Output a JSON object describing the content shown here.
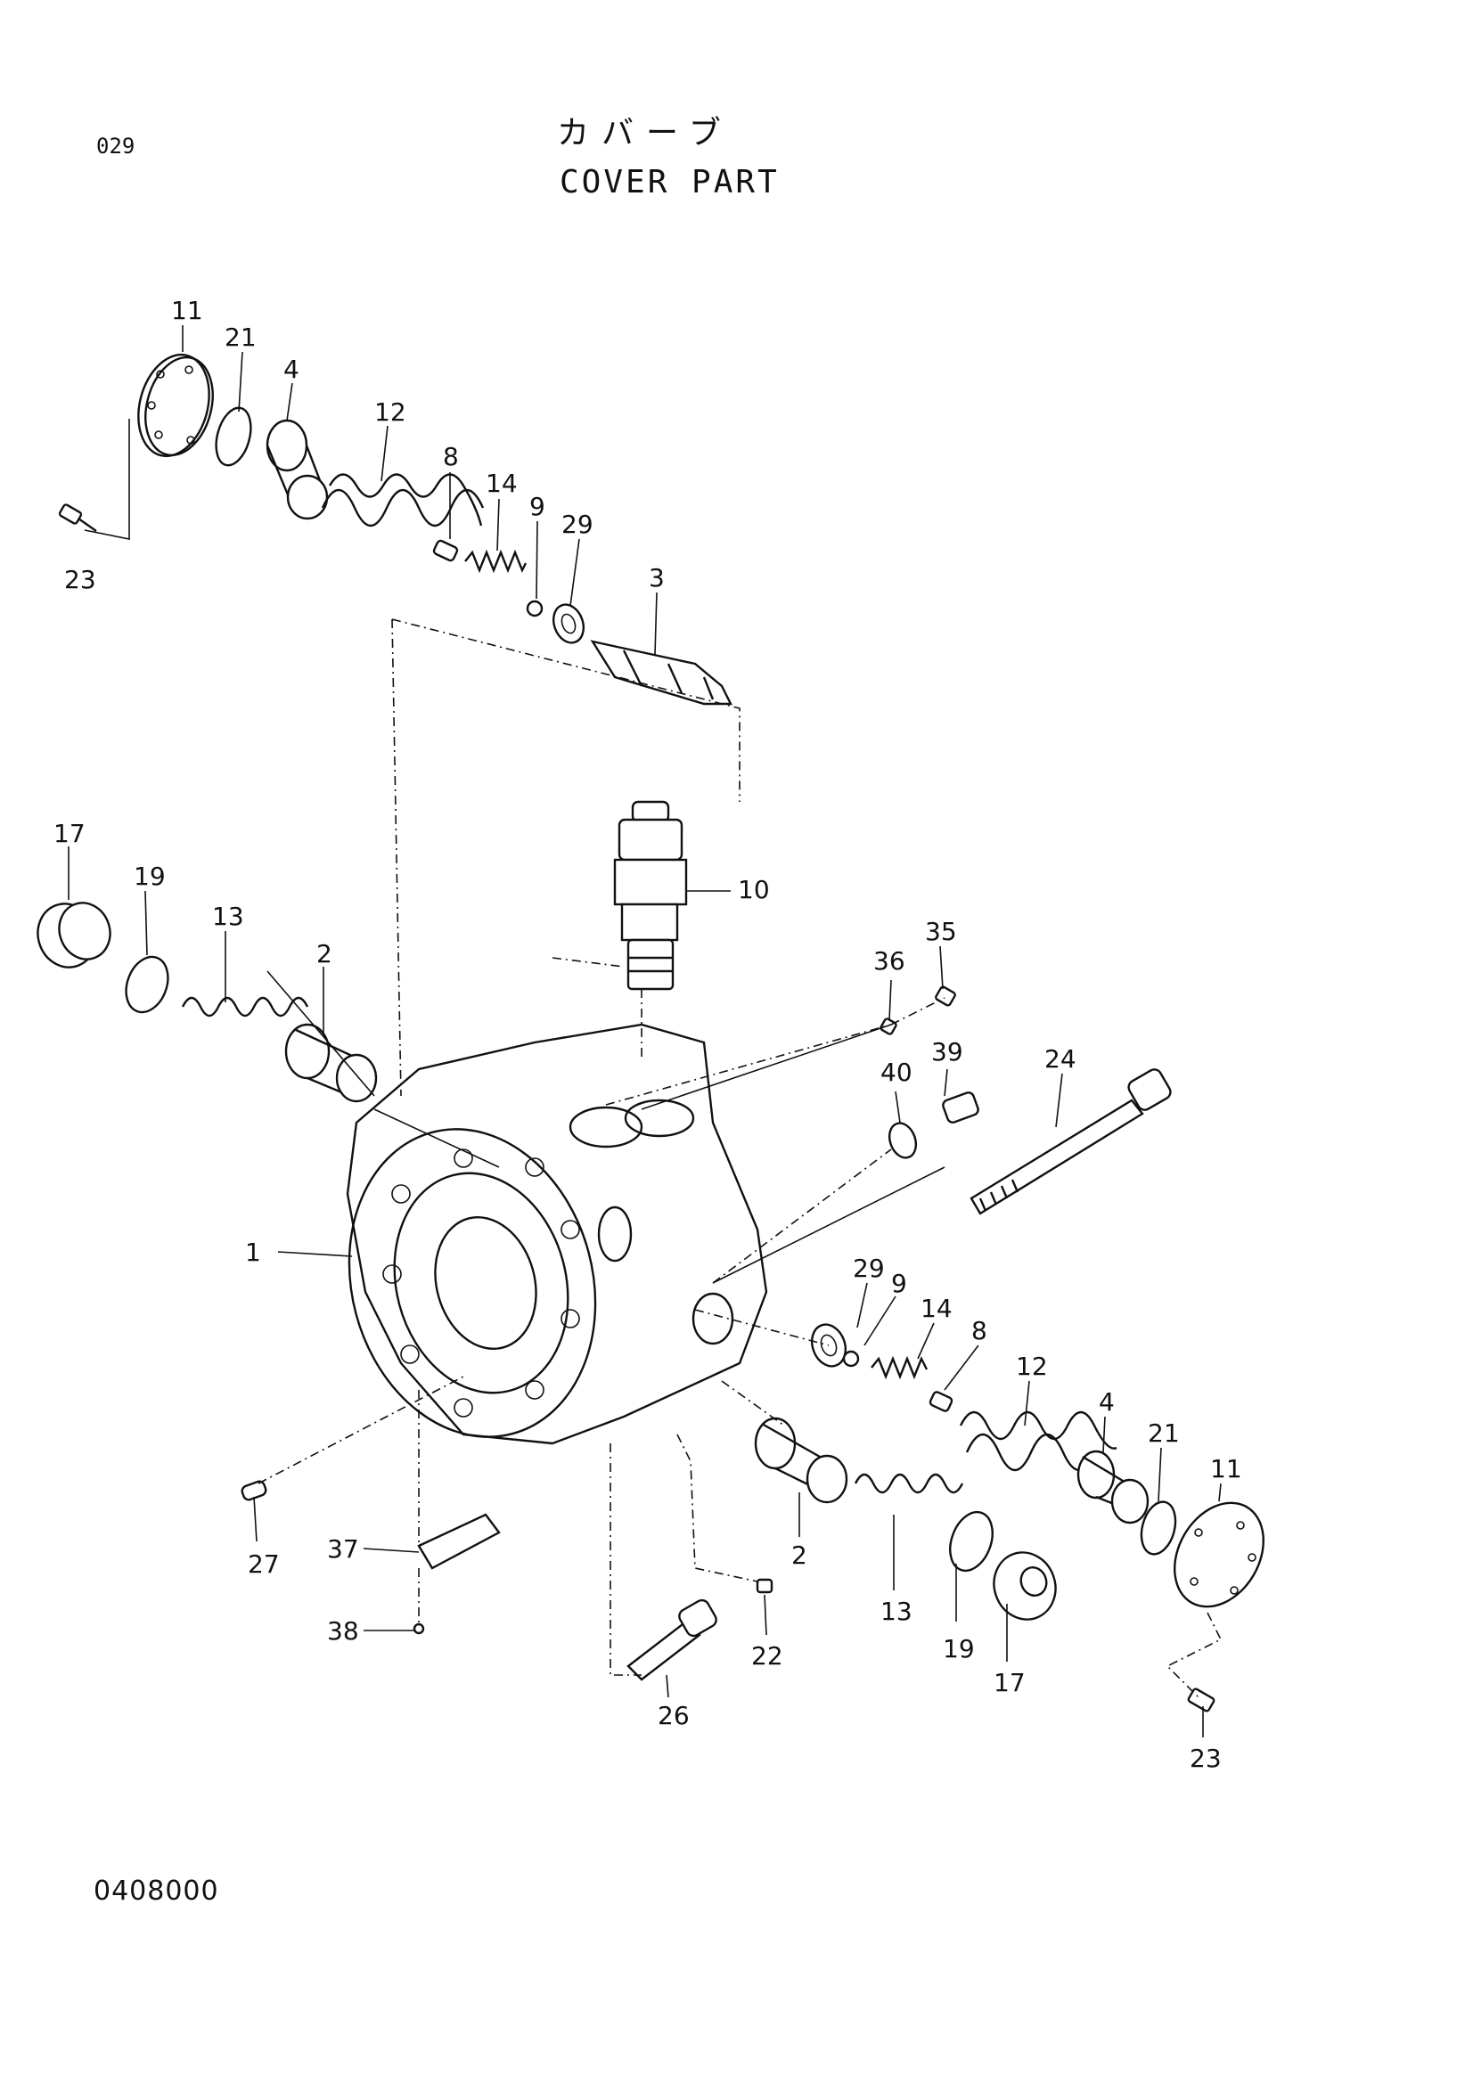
{
  "header": {
    "page_code": "029",
    "title_jp": "カバーブ",
    "title_en": "COVER PART"
  },
  "footer": {
    "doc_number": "0408000"
  },
  "callouts": {
    "c11a": "11",
    "c21a": "21",
    "c4a": "4",
    "c12a": "12",
    "c8a": "8",
    "c14a": "14",
    "c9a": "9",
    "c29a": "29",
    "c3": "3",
    "c23a": "23",
    "c17a": "17",
    "c19a": "19",
    "c13a": "13",
    "c2a": "2",
    "c10": "10",
    "c36": "36",
    "c35": "35",
    "c39": "39",
    "c40": "40",
    "c24": "24",
    "c1": "1",
    "c29b": "29",
    "c9b": "9",
    "c14b": "14",
    "c8b": "8",
    "c12b": "12",
    "c4b": "4",
    "c21b": "21",
    "c11b": "11",
    "c27": "27",
    "c37": "37",
    "c38": "38",
    "c2b": "2",
    "c13b": "13",
    "c19b": "19",
    "c17b": "17",
    "c22": "22",
    "c26": "26",
    "c23b": "23"
  }
}
